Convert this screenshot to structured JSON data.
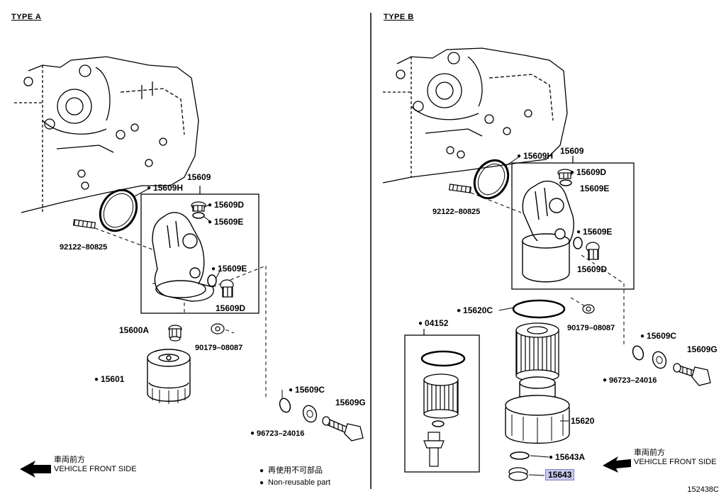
{
  "panels": {
    "a": {
      "title": "TYPE A"
    },
    "b": {
      "title": "TYPE B"
    }
  },
  "labels_a": {
    "p15609": "15609",
    "p15609h": "15609H",
    "p15609d_top": "15609D",
    "p15609e_top": "15609E",
    "p92122": "92122–80825",
    "p15609e_mid": "15609E",
    "p15609d_bot": "15609D",
    "p15600a": "15600A",
    "p90179": "90179–08087",
    "p15601": "15601",
    "p15609c": "15609C",
    "p15609g": "15609G",
    "p96723": "96723–24016"
  },
  "labels_b": {
    "p15609h": "15609H",
    "p15609": "15609",
    "p15609d_top": "15609D",
    "p15609e_top": "15609E",
    "p92122": "92122–80825",
    "p15609e_mid": "15609E",
    "p15609d_bot": "15609D",
    "p15620c": "15620C",
    "p90179": "90179–08087",
    "p04152": "04152",
    "p15609c": "15609C",
    "p15609g": "15609G",
    "p96723": "96723–24016",
    "p15620": "15620",
    "p15643a": "15643A",
    "p15643": "15643"
  },
  "front_side": {
    "jp": "車両前方",
    "en": "VEHICLE FRONT SIDE"
  },
  "legend": {
    "jp": "再使用不可部品",
    "en": "Non-reusable part"
  },
  "diagram_code": "152438C"
}
